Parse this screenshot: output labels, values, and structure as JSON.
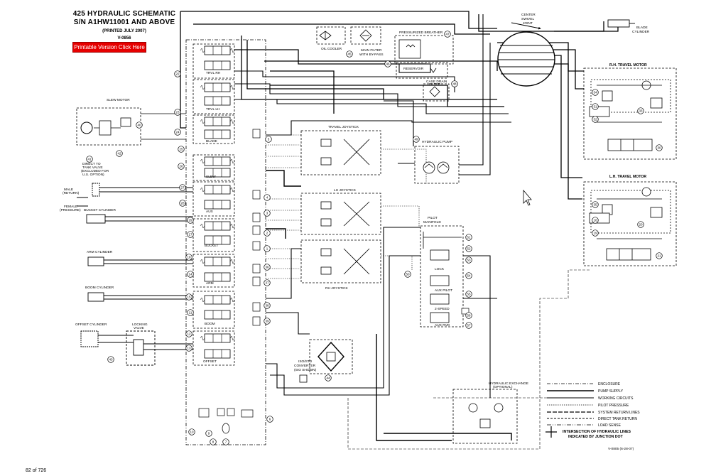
{
  "header": {
    "title_line1": "425 HYDRAULIC SCHEMATIC",
    "title_line2": "S/N A1HW11001 AND ABOVE",
    "printed": "(PRINTED JULY 2007)",
    "code": "V-0856"
  },
  "print_button": "Printable Version Click Here",
  "page_indicator": "82 of 726",
  "labels": {
    "oil_cooler": "OIL COOLER",
    "main_filter_1": "MAIN FILTER",
    "main_filter_2": "WITH BY-PASS",
    "pressurized_breather": "PRESSURIZED BREATHER",
    "reservoir": "RESERVOIR",
    "case_drain_1": "CASE DRAIN",
    "case_drain_2": "FILTER",
    "center_joint_1": "CENTER",
    "center_joint_2": "SWIVEL",
    "center_joint_3": "JOINT",
    "blade_cylinder_1": "BLADE",
    "blade_cylinder_2": "CYLINDER",
    "rh_travel_motor": "R.H. TRAVEL MOTOR",
    "lh_travel_motor": "L.H. TRAVEL MOTOR",
    "slew_motor": "SLEW MOTOR",
    "direct_1": "DIRECT TO",
    "direct_2": "TANK VALVE",
    "direct_3": "(EXCLUDED FOR",
    "direct_4": "U.S. OPTION)",
    "travel_joystick": "TRAVEL JOYSTICK",
    "lh_joystick": "LH JOYSTICK",
    "rh_joystick": "RH JOYSTICK",
    "hydraulic_pump": "HYDRAULIC PUMP",
    "pilot_manifold_1": "PILOT",
    "pilot_manifold_2": "MANIFOLD",
    "male_1": "MALE",
    "male_2": "(RETURN)",
    "female_1": "FEMALE",
    "female_2": "(PRESSURE)",
    "bucket_cylinder": "BUCKET CYLINDER",
    "arm_cylinder": "ARM CYLINDER",
    "boom_cylinder": "BOOM CYLINDER",
    "offset_cylinder": "OFFSET CYLINDER",
    "locking_1": "LOCKING",
    "locking_2": "VALVE",
    "iso_1": "ISO/STD",
    "iso_2": "CONVERTER",
    "iso_3": "(ISO SHOWN)",
    "hyd_exchange_1": "HYDRAULIC EXCHANGE",
    "hyd_exchange_2": "(OPTIONAL)",
    "trvl_rh": "TRVL RH",
    "trvl_lh": "TRVL LH",
    "blade": "BLADE",
    "slew": "SLEW",
    "aux": "AUX",
    "bucket": "BUCKET",
    "arm": "ARM",
    "boom": "BOOM",
    "offset": "OFFSET",
    "lock": "LOCK",
    "aux_pilot": "AUX PILOT",
    "two_speed": "2-SPEED",
    "aux_rvd": "AUX RVD",
    "doc_code": "V-0805 (6-28-07)"
  },
  "legend": {
    "items": [
      "ENCLOSURE",
      "PUMP SUPPLY",
      "WORKING CIRCUITS",
      "PILOT PRESSURE",
      "SYSTEM RETURN LINES",
      "DIRECT TANK RETURN",
      "LOAD SENSE"
    ],
    "junction_1": "INTERSECTION OF HYDRAULIC LINES",
    "junction_2": "INDICATED BY JUNCTION DOT"
  },
  "callouts": [
    "34",
    "31",
    "32",
    "33",
    "30",
    "35",
    "16",
    "19",
    "20",
    "21",
    "22",
    "23",
    "24",
    "25",
    "26",
    "27",
    "28",
    "29",
    "17",
    "18",
    "14",
    "15",
    "11",
    "12",
    "13",
    "10",
    "9",
    "8",
    "7",
    "6",
    "5",
    "4",
    "3",
    "2",
    "1",
    "36",
    "37",
    "38",
    "39",
    "40",
    "41",
    "42",
    "43",
    "44",
    "45",
    "46",
    "47",
    "48",
    "49",
    "50",
    "51",
    "52",
    "53",
    "54",
    "55",
    "56",
    "57"
  ]
}
